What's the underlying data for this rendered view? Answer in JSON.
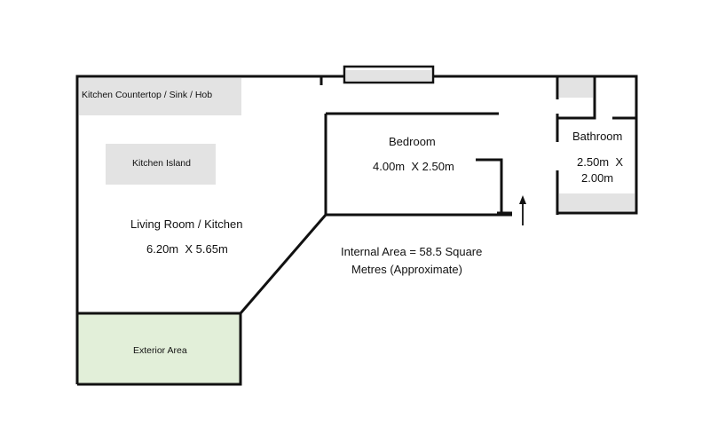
{
  "rooms": {
    "living": {
      "name": "Living Room / Kitchen",
      "dims": "6.20m  X 5.65m"
    },
    "bedroom": {
      "name": "Bedroom",
      "dims": "4.00m  X 2.50m"
    },
    "bathroom": {
      "name": "Bathroom",
      "dims_line1": "2.50m  X",
      "dims_line2": "2.00m"
    }
  },
  "fixtures": {
    "kitchen_counter": "Kitchen Countertop / Sink / Hob",
    "kitchen_island": "Kitchen Island",
    "exterior": "Exterior Area"
  },
  "internal_area": {
    "line1": "Internal Area = 58.5 Square",
    "line2": "Metres (Approximate)"
  },
  "colors": {
    "wall": "#111111",
    "fixture_fill": "#e3e3e3",
    "exterior_fill": "#e2efd9"
  }
}
